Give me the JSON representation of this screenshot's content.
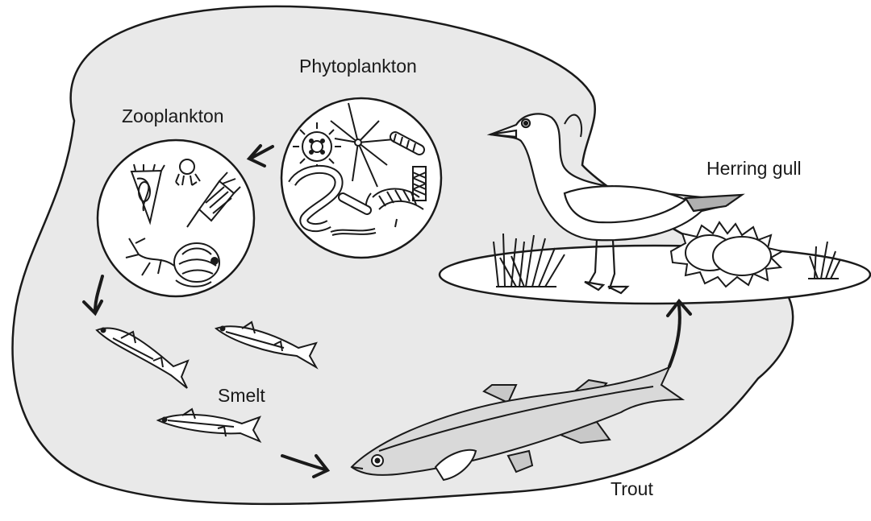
{
  "labels": {
    "phytoplankton": "Phytoplankton",
    "zooplankton": "Zooplankton",
    "herring_gull": "Herring gull",
    "smelt": "Smelt",
    "trout": "Trout"
  },
  "colors": {
    "lake_fill": "#e9e9e9",
    "shore_fill": "#ffffff",
    "outline": "#1a1a1a",
    "trout_fill": "#d9d9d9",
    "fin_fill": "#c8c8c8",
    "gull_wingtip": "#b0b0b0"
  }
}
